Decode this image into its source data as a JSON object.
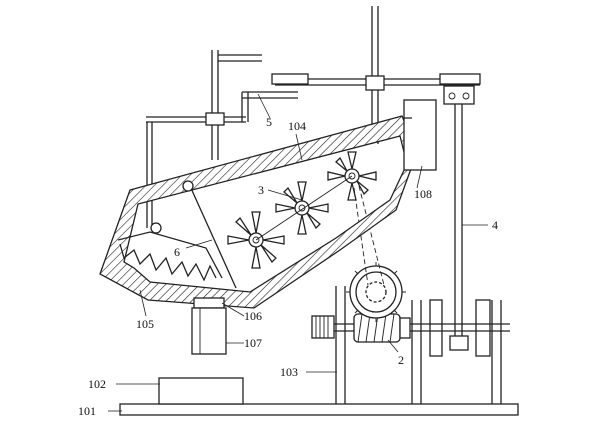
{
  "labels": {
    "n101": "101",
    "n102": "102",
    "n103": "103",
    "n104": "104",
    "n105": "105",
    "n106": "106",
    "n107": "107",
    "n108": "108",
    "n2": "2",
    "n3": "3",
    "n4": "4",
    "n5": "5",
    "n6": "6"
  }
}
